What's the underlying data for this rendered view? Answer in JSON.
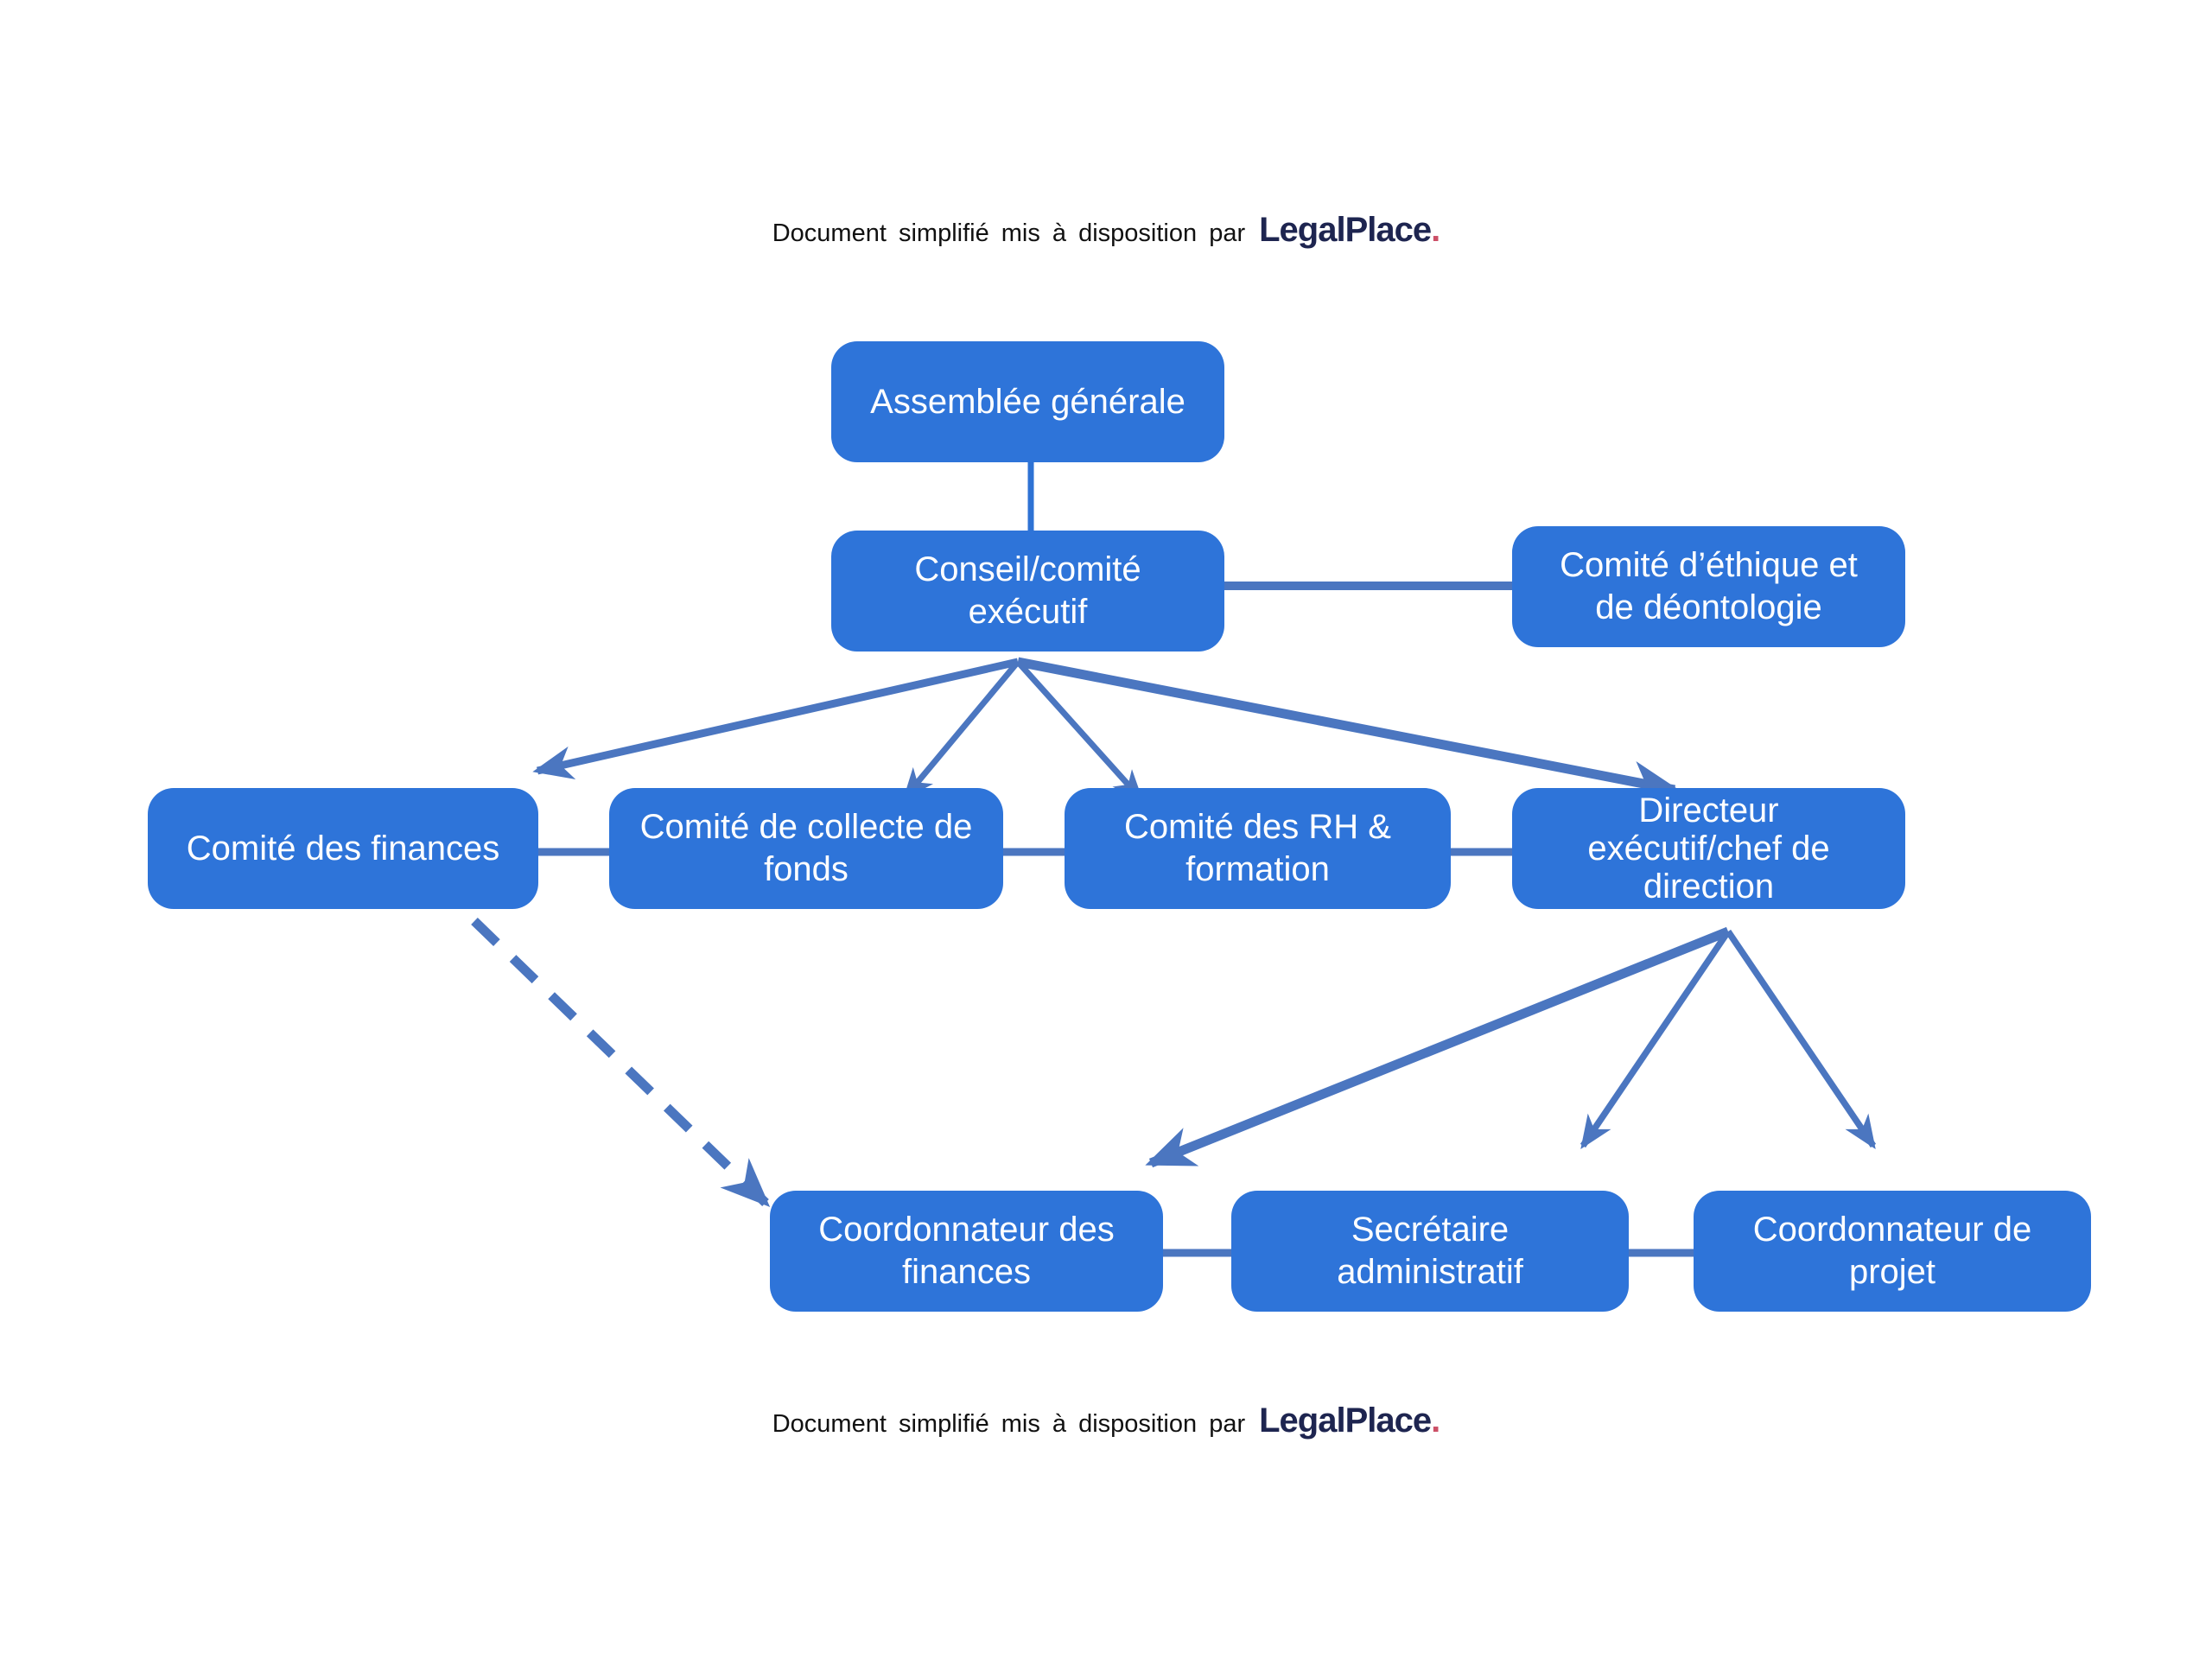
{
  "caption": {
    "text": "Document simplifié mis à disposition par",
    "brand": "LegalPlace",
    "brand_suffix": "."
  },
  "colors": {
    "node_fill": "#2E74D9",
    "node_text": "#FFFFFF",
    "connector": "#4B76C0",
    "vline": "#2E72D4",
    "brand_navy": "#1E2550",
    "brand_dot": "#CC4F66",
    "caption_text": "#111111"
  },
  "diagram": {
    "nodes": {
      "assemblee": {
        "label": "Assemblée générale"
      },
      "conseil": {
        "label": "Conseil/comité\nexécutif"
      },
      "ethique": {
        "label": "Comité d’éthique et\nde déontologie"
      },
      "finances": {
        "label": "Comité des finances"
      },
      "collecte": {
        "label": "Comité de collecte de\nfonds"
      },
      "rh": {
        "label": "Comité des RH &\nformation"
      },
      "directeur": {
        "label": "Directeur\nexécutif/chef de\ndirection"
      },
      "coord_finances": {
        "label": "Coordonnateur des\nfinances"
      },
      "secretaire": {
        "label": "Secrétaire\nadministratif"
      },
      "coord_projet": {
        "label": "Coordonnateur de\nprojet"
      }
    },
    "edges": [
      {
        "from": "assemblee",
        "to": "conseil",
        "style": "line"
      },
      {
        "from": "conseil",
        "to": "ethique",
        "style": "line"
      },
      {
        "from": "conseil",
        "to": "finances",
        "style": "arrow"
      },
      {
        "from": "conseil",
        "to": "collecte",
        "style": "arrow"
      },
      {
        "from": "conseil",
        "to": "rh",
        "style": "arrow"
      },
      {
        "from": "conseil",
        "to": "directeur",
        "style": "arrow"
      },
      {
        "from": "finances",
        "to": "collecte",
        "style": "line"
      },
      {
        "from": "collecte",
        "to": "rh",
        "style": "line"
      },
      {
        "from": "rh",
        "to": "directeur",
        "style": "line"
      },
      {
        "from": "finances",
        "to": "coord_finances",
        "style": "dashed-arrow"
      },
      {
        "from": "directeur",
        "to": "coord_finances",
        "style": "arrow"
      },
      {
        "from": "directeur",
        "to": "secretaire",
        "style": "arrow"
      },
      {
        "from": "directeur",
        "to": "coord_projet",
        "style": "arrow"
      },
      {
        "from": "coord_finances",
        "to": "secretaire",
        "style": "line"
      },
      {
        "from": "secretaire",
        "to": "coord_projet",
        "style": "line"
      }
    ]
  }
}
